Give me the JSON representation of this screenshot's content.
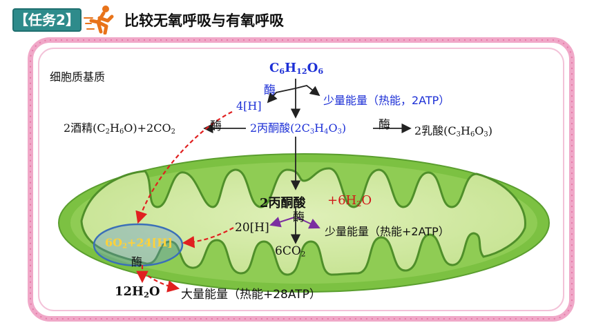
{
  "header": {
    "task_label": "【任务2】",
    "title": "比较无氧呼吸与有氧呼吸"
  },
  "region_label": "细胞质基质",
  "glucose": {
    "base": "C",
    "s1": "6",
    "h": "H",
    "s2": "12",
    "o": "O",
    "s3": "6"
  },
  "enzyme": "酶",
  "step1": {
    "energy": "少量能量（热能，2ATP）",
    "h4": "4[H]",
    "pyruvate_pre": "2丙酮酸(2C",
    "p_s1": "3",
    "p_h": "H",
    "p_s2": "4",
    "p_o": "O",
    "p_s3": "3",
    "pyruvate_post": ")"
  },
  "alcohol": {
    "pre": "2酒精(C",
    "s1": "2",
    "h": "H",
    "s2": "6",
    "post": "O)+2CO",
    "s3": "2"
  },
  "lactic": {
    "pre": "2乳酸(C",
    "s1": "3",
    "h": "H",
    "s2": "6",
    "o": "O",
    "s3": "3",
    "post": ")"
  },
  "mito": {
    "pyruvate": "2丙酮酸",
    "water_pre": "+6H",
    "water_sub": "2",
    "water_post": "O",
    "h20": "20[H]",
    "energy_small": "少量能量（热能+2ATP）",
    "co2_pre": "6CO",
    "co2_sub": "2",
    "o2_pre": "6O",
    "o2_sub": "2",
    "o2_post": "+24[H]",
    "h2o_pre": "12H",
    "h2o_sub": "2",
    "h2o_post": "O",
    "energy_large": "大量能量（热能+28ATP）"
  },
  "colors": {
    "teal": "#2e8b8b",
    "membrane_pink": "#f0a8c8",
    "mito_green": "#7cc142",
    "blue_text": "#1c2fd6",
    "red_arrow": "#e02020",
    "purple_arrow": "#7b2fa0"
  }
}
